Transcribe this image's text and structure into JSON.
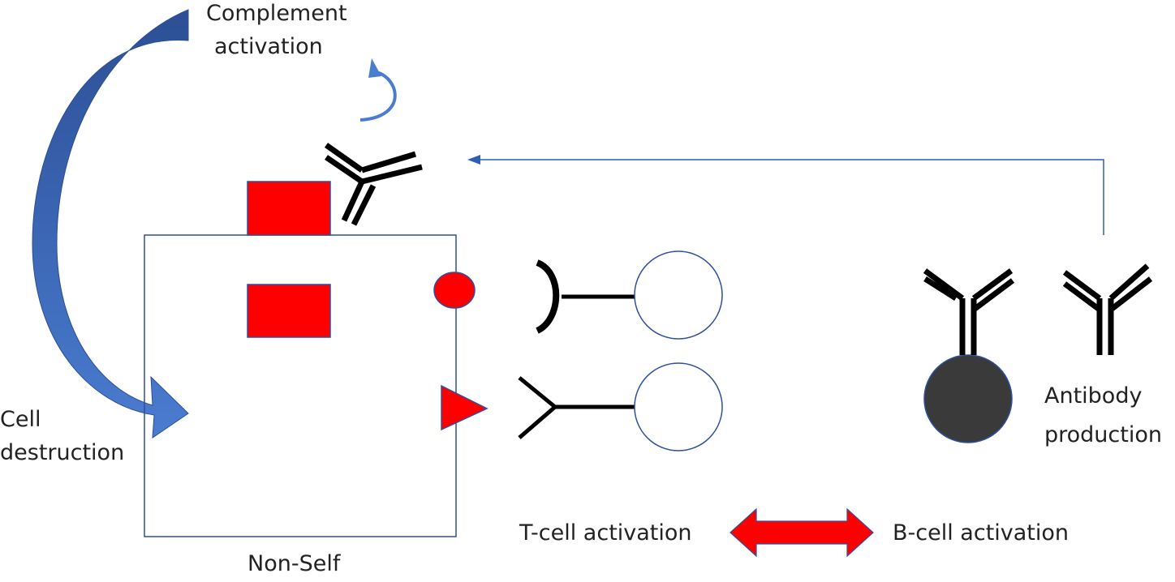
{
  "labels": {
    "complement_line1": "Complement",
    "complement_line2": "activation",
    "cell_line1": "Cell",
    "cell_line2": "destruction",
    "non_self": "Non-Self",
    "t_cell": "T-cell activation",
    "b_cell": "B-cell activation",
    "antibody_line1": "Antibody",
    "antibody_line2": "production"
  },
  "colors": {
    "antigen_red": "#ff0000",
    "outline_blue": "#2f4f9f",
    "arrow_blue_dark": "#2c4f95",
    "arrow_blue_light": "#4a7cd0",
    "connector_blue": "#2f5fb0",
    "antibody_black": "#000000",
    "b_cell_fill": "#3a3a3a",
    "t_cell_fill": "#ffffff"
  }
}
